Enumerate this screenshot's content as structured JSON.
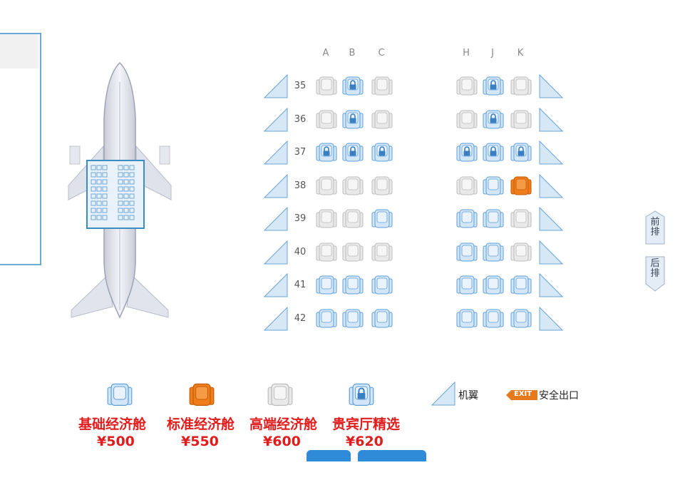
{
  "columns_left": [
    "A",
    "B",
    "C"
  ],
  "columns_right": [
    "H",
    "J",
    "K"
  ],
  "rows": [
    {
      "num": "35",
      "left": [
        "gray",
        "locked",
        "gray"
      ],
      "right": [
        "gray",
        "locked",
        "gray"
      ]
    },
    {
      "num": "36",
      "left": [
        "gray",
        "locked",
        "gray"
      ],
      "right": [
        "gray",
        "locked",
        "gray"
      ]
    },
    {
      "num": "37",
      "left": [
        "locked",
        "locked",
        "locked"
      ],
      "right": [
        "locked",
        "locked",
        "locked"
      ]
    },
    {
      "num": "38",
      "left": [
        "gray",
        "gray",
        "gray"
      ],
      "right": [
        "gray",
        "blue",
        "orange"
      ]
    },
    {
      "num": "39",
      "left": [
        "gray",
        "gray",
        "blue"
      ],
      "right": [
        "blue",
        "blue",
        "gray"
      ]
    },
    {
      "num": "40",
      "left": [
        "gray",
        "gray",
        "gray"
      ],
      "right": [
        "blue",
        "blue",
        "gray"
      ]
    },
    {
      "num": "41",
      "left": [
        "blue",
        "blue",
        "blue"
      ],
      "right": [
        "blue",
        "blue",
        "blue"
      ]
    },
    {
      "num": "42",
      "left": [
        "blue",
        "blue",
        "blue"
      ],
      "right": [
        "blue",
        "blue",
        "blue"
      ]
    }
  ],
  "nav": {
    "prev": [
      "前",
      "排"
    ],
    "next": [
      "后",
      "排"
    ]
  },
  "legend": {
    "classes": [
      {
        "seat": "blue",
        "label": "基础经济舱",
        "price": "¥500"
      },
      {
        "seat": "orange",
        "label": "标准经济舱",
        "price": "¥550"
      },
      {
        "seat": "gray",
        "label": "高端经济舱",
        "price": "¥600"
      },
      {
        "seat": "locked",
        "label": "贵宾厅精选",
        "price": "¥620"
      }
    ],
    "wing_label": "机翼",
    "exit_badge": "EXIT",
    "exit_label": "安全出口"
  },
  "colors": {
    "blue_seat": "#cfe3f7",
    "blue_border": "#5d9fd8",
    "gray_seat": "#e8e8e8",
    "gray_border": "#bfbfbf",
    "orange_seat": "#f07d1a",
    "accent": "#2f8ad8",
    "price_red": "#e01d1d"
  }
}
